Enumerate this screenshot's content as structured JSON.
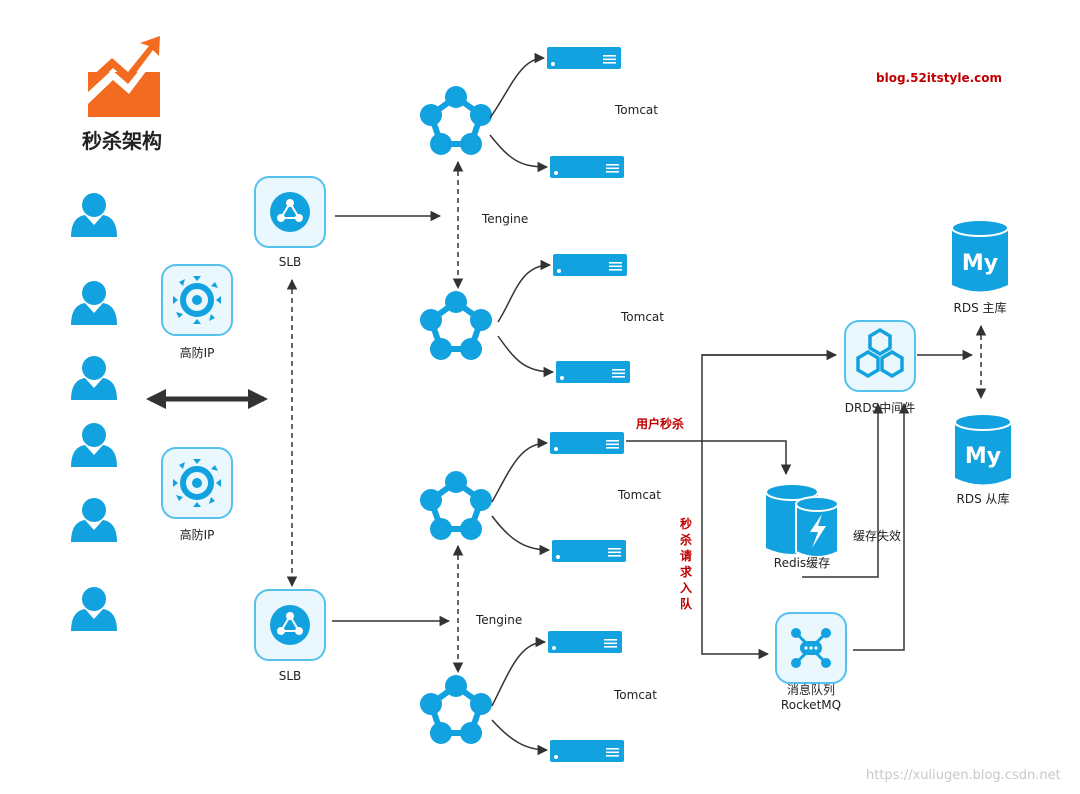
{
  "title": "秒杀架构",
  "blog": "blog.52itstyle.com",
  "watermark": "https://xuliugen.blog.csdn.net",
  "users": {
    "count": 6
  },
  "anti_ddos": [
    {
      "label": "高防IP"
    },
    {
      "label": "高防IP"
    }
  ],
  "slb": [
    {
      "label": "SLB"
    },
    {
      "label": "SLB"
    }
  ],
  "tengine": [
    {
      "label": "Tengine"
    },
    {
      "label": "Tengine"
    }
  ],
  "tomcat": [
    {
      "label": "Tomcat"
    },
    {
      "label": "Tomcat"
    },
    {
      "label": "Tomcat"
    },
    {
      "label": "Tomcat"
    }
  ],
  "flow_labels": {
    "user_seckill": "用户秒杀",
    "enqueue": [
      "秒",
      "杀",
      "请",
      "求",
      "入",
      "队"
    ],
    "cache_invalid": "缓存失效"
  },
  "drds": {
    "label": "DRDS中间件"
  },
  "redis": {
    "label": "Redis缓存"
  },
  "mq": {
    "label_line1": "消息队列",
    "label_line2": "RocketMQ"
  },
  "rds": [
    {
      "label": "RDS 主库",
      "logo": "My"
    },
    {
      "label": "RDS 从库",
      "logo": "My"
    }
  ],
  "colors": {
    "icon_blue": "#12a2e0",
    "logo_orange": "#f36b21",
    "alert_red": "#c00000"
  },
  "icons": {
    "logo": "trend-chart-icon",
    "user": "user-icon",
    "anti_ddos": "gear-shield-icon",
    "slb": "load-balancer-icon",
    "tengine": "cluster-ring-icon",
    "server": "server-rack-icon",
    "drds": "hexagon-cluster-icon",
    "redis": "database-lightning-icon",
    "mq": "message-queue-icon",
    "rds": "mysql-database-icon"
  }
}
